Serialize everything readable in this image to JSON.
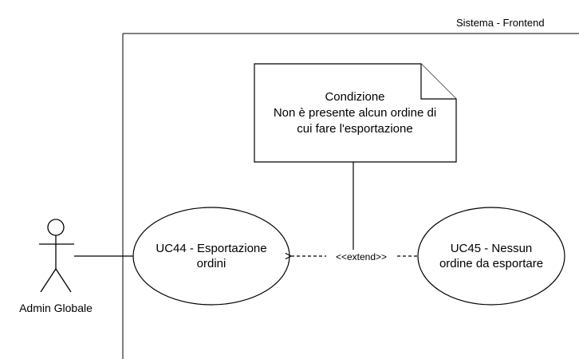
{
  "system": {
    "label": "Sistema - Frontend"
  },
  "actor": {
    "label": "Admin Globale"
  },
  "use_cases": [
    {
      "id": "uc44",
      "lines": [
        "UC44 - Esportazione",
        "ordini"
      ]
    },
    {
      "id": "uc45",
      "lines": [
        "UC45 - Nessun",
        "ordine da esportare"
      ]
    }
  ],
  "relation": {
    "label": "<<extend>>"
  },
  "note": {
    "lines": [
      "Condizione",
      "Non è presente alcun ordine di",
      "cui fare l'esportazione"
    ]
  }
}
